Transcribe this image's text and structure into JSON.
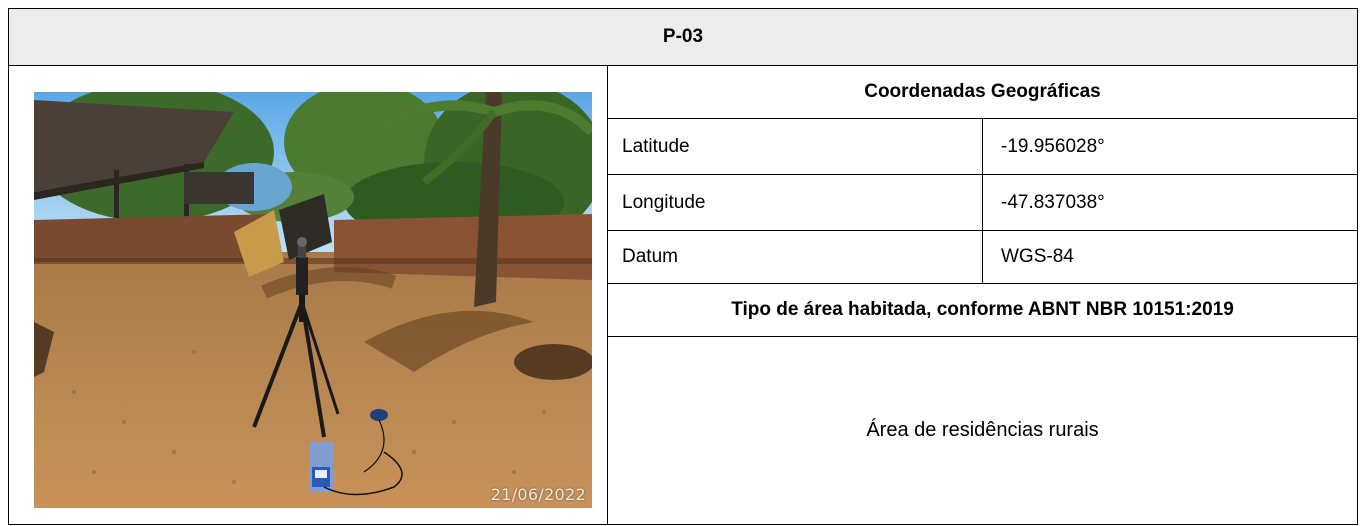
{
  "point_id": "P-03",
  "photo": {
    "date_stamp": "21/06/2022"
  },
  "coordinates": {
    "header": "Coordenadas Geográficas",
    "rows": [
      {
        "label": "Latitude",
        "value": "-19.956028°"
      },
      {
        "label": "Longitude",
        "value": "-47.837038°"
      },
      {
        "label": "Datum",
        "value": "WGS-84"
      }
    ]
  },
  "area_type": {
    "header": "Tipo de área habitada, conforme ABNT NBR 10151:2019",
    "value": "Área de residências rurais"
  },
  "colors": {
    "header_bg": "#ececec",
    "border": "#000000",
    "sky": "#6fb5e8",
    "ground": "#b5834a",
    "wall": "#7a4a30",
    "foliage": "#3f6b2a"
  }
}
